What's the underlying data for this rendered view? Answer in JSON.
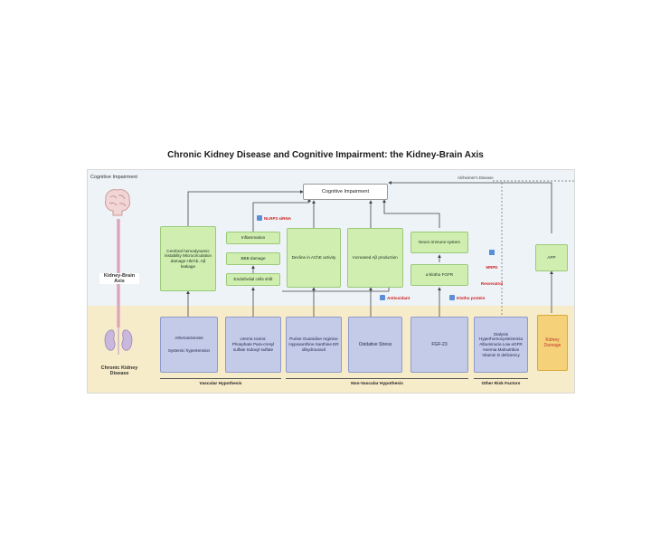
{
  "title": "Chronic Kidney Disease and Cognitive Impairment: the Kidney-Brain Axis",
  "side_labels": {
    "cognitive": "Cognitive Impairment",
    "axis": "Kidney-Brain Axis",
    "ckd": "Chronic Kidney Disease"
  },
  "top": {
    "cognitive_box": "Cognitive Impairment",
    "alzheimer": "Alzheimer's Disease"
  },
  "green_boxes": {
    "cerebral": "Cerebral hemodynamic instability Microcirculation damage Hb/Ab, Aβ leakage",
    "inflammation": "Inflammation",
    "bbb": "BBB damage",
    "endothelial": "Endothelial cells shift",
    "decline": "Decline in AChE activity",
    "increased": "Increased Aβ production",
    "neuro": "Neuro immune system",
    "klotho": "α-klotho FGFR"
  },
  "blue_boxes": {
    "athero": "Atherosclerosis",
    "systemic": "Systemic hypertension",
    "uremic_title": "Uremic toxins:",
    "uremic_list": "Phosphate Para-cresyl sulfate Indoxyl sulfate",
    "purine": "Purine Guanidine Arginine Hypoxanthine Xanthine ER dihydrouracil",
    "oxidative": "Oxidative Stress",
    "fgf": "FGF-23",
    "other": "Dialysis Hyperhomocysteinemia Albuminuria Low eGFR Anemia Malnutrition Vitamin D deficiency"
  },
  "other_boxes": {
    "app": "APP",
    "kidney": "Kidney Damage"
  },
  "therapies": {
    "nlrp3": "NLRP3 siRNA",
    "antioxidant": "Antioxidant",
    "klotho_protein": "Klotho protein",
    "mrpd": "MRPD Resveratrol"
  },
  "hypotheses": {
    "vascular": "Vascular Hypothesis",
    "nonvascular": "Non-Vascular Hypothesis",
    "other": "Other Risk Factors"
  },
  "colors": {
    "green": "#cfeeb0",
    "blue": "#c4cbe8",
    "orange": "#f5d27a",
    "therapy_red": "#cc1f1f"
  }
}
